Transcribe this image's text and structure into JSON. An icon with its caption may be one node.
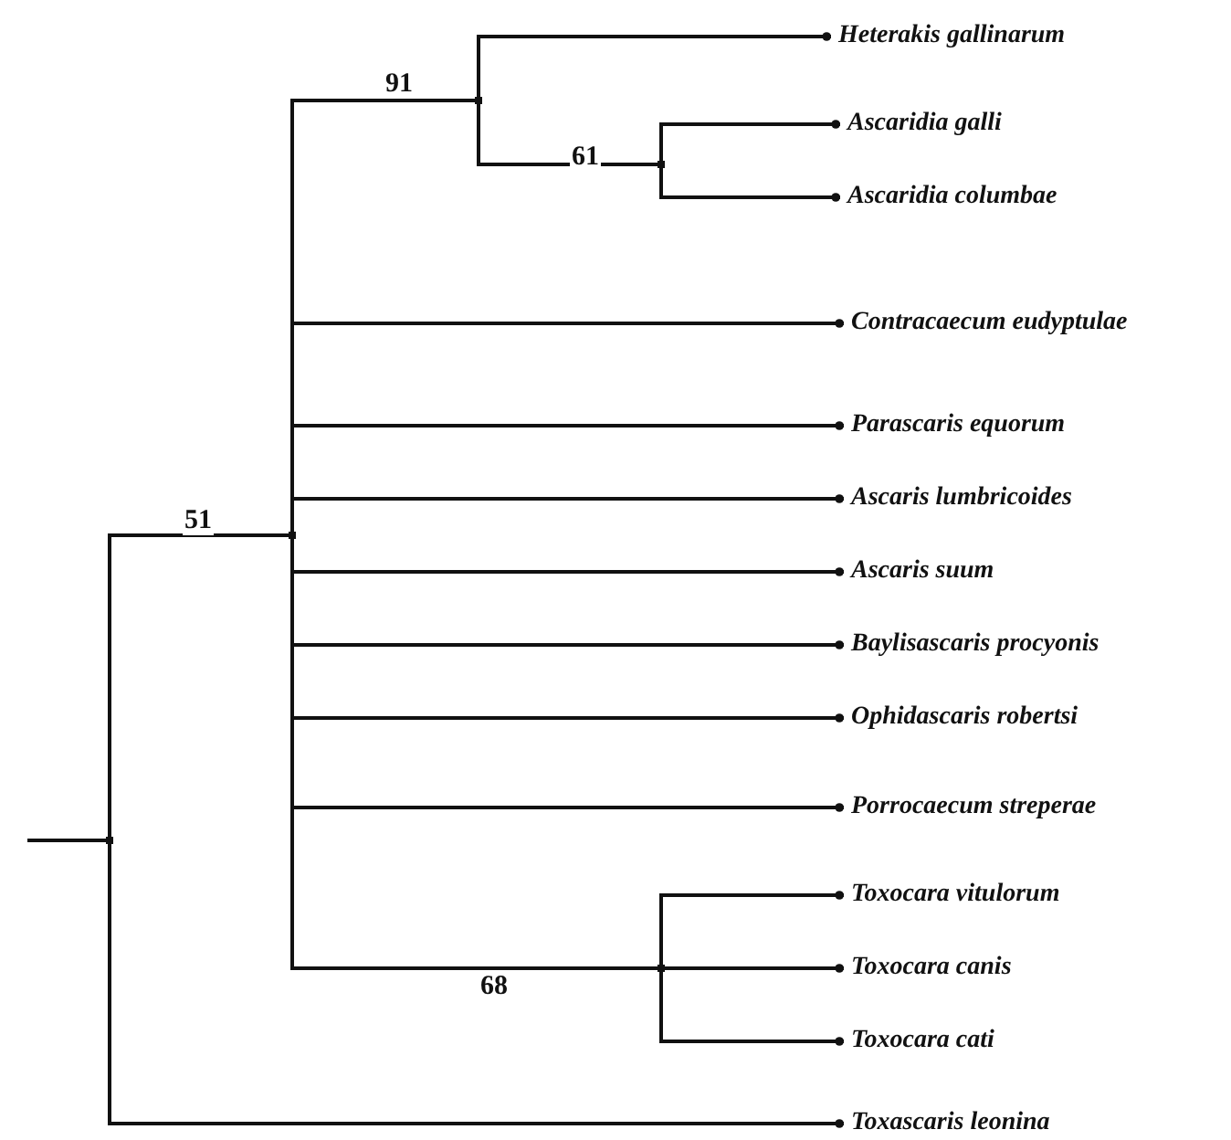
{
  "diagram": {
    "nodes": [
      {
        "text": [],
        "shape": "point"
      },
      {
        "text": [],
        "shape": "point"
      },
      {
        "text": [],
        "shape": "point"
      },
      {
        "text": [
          "Heterakis gallinarum"
        ]
      },
      {
        "text": [],
        "shape": "point"
      },
      {
        "text": [
          "Ascaridia galli"
        ]
      },
      {
        "text": [
          "Ascaridia columbae"
        ]
      },
      {
        "text": [
          "Contracaecum eudyptulae"
        ]
      },
      {
        "text": [
          "Parascaris equorum"
        ]
      },
      {
        "text": [
          "Ascaris lumbricoides"
        ]
      },
      {
        "text": [
          "Ascaris suum"
        ]
      },
      {
        "text": [
          "Baylisascaris procyonis"
        ]
      },
      {
        "text": [
          "Ophidascaris robertsi"
        ]
      },
      {
        "text": [
          "Porrocaecum streperae"
        ]
      },
      {
        "text": [],
        "shape": "point"
      },
      {
        "text": [
          "Toxocara vitulorum"
        ]
      },
      {
        "text": [
          "Toxocara canis"
        ]
      },
      {
        "text": [
          "Toxocara cati"
        ]
      },
      {
        "text": [
          "Toxascaris leonina"
        ]
      }
    ],
    "edges": [
      {
        "from": null,
        "to": 0,
        "arrow": "none"
      },
      {
        "from": 0,
        "to": 1,
        "arrow": "none",
        "label": "51"
      },
      {
        "from": 1,
        "to": 2,
        "arrow": "none",
        "label": "91"
      },
      {
        "from": 2,
        "to": 3,
        "arrow": "other"
      },
      {
        "from": 2,
        "to": 4,
        "arrow": "none",
        "label": "61"
      },
      {
        "from": 4,
        "to": 5,
        "arrow": "other"
      },
      {
        "from": 4,
        "to": 6,
        "arrow": "other"
      },
      {
        "from": 1,
        "to": 7,
        "arrow": "other"
      },
      {
        "from": 1,
        "to": 8,
        "arrow": "other"
      },
      {
        "from": 1,
        "to": 9,
        "arrow": "other"
      },
      {
        "from": 1,
        "to": 10,
        "arrow": "other"
      },
      {
        "from": 1,
        "to": 11,
        "arrow": "other"
      },
      {
        "from": 1,
        "to": 12,
        "arrow": "other"
      },
      {
        "from": 1,
        "to": 13,
        "arrow": "other"
      },
      {
        "from": 1,
        "to": 14,
        "arrow": "none",
        "label": "68"
      },
      {
        "from": 14,
        "to": 15,
        "arrow": "other"
      },
      {
        "from": 14,
        "to": 16,
        "arrow": "other"
      },
      {
        "from": 14,
        "to": 17,
        "arrow": "other"
      },
      {
        "from": 0,
        "to": 18,
        "arrow": "other"
      }
    ]
  }
}
